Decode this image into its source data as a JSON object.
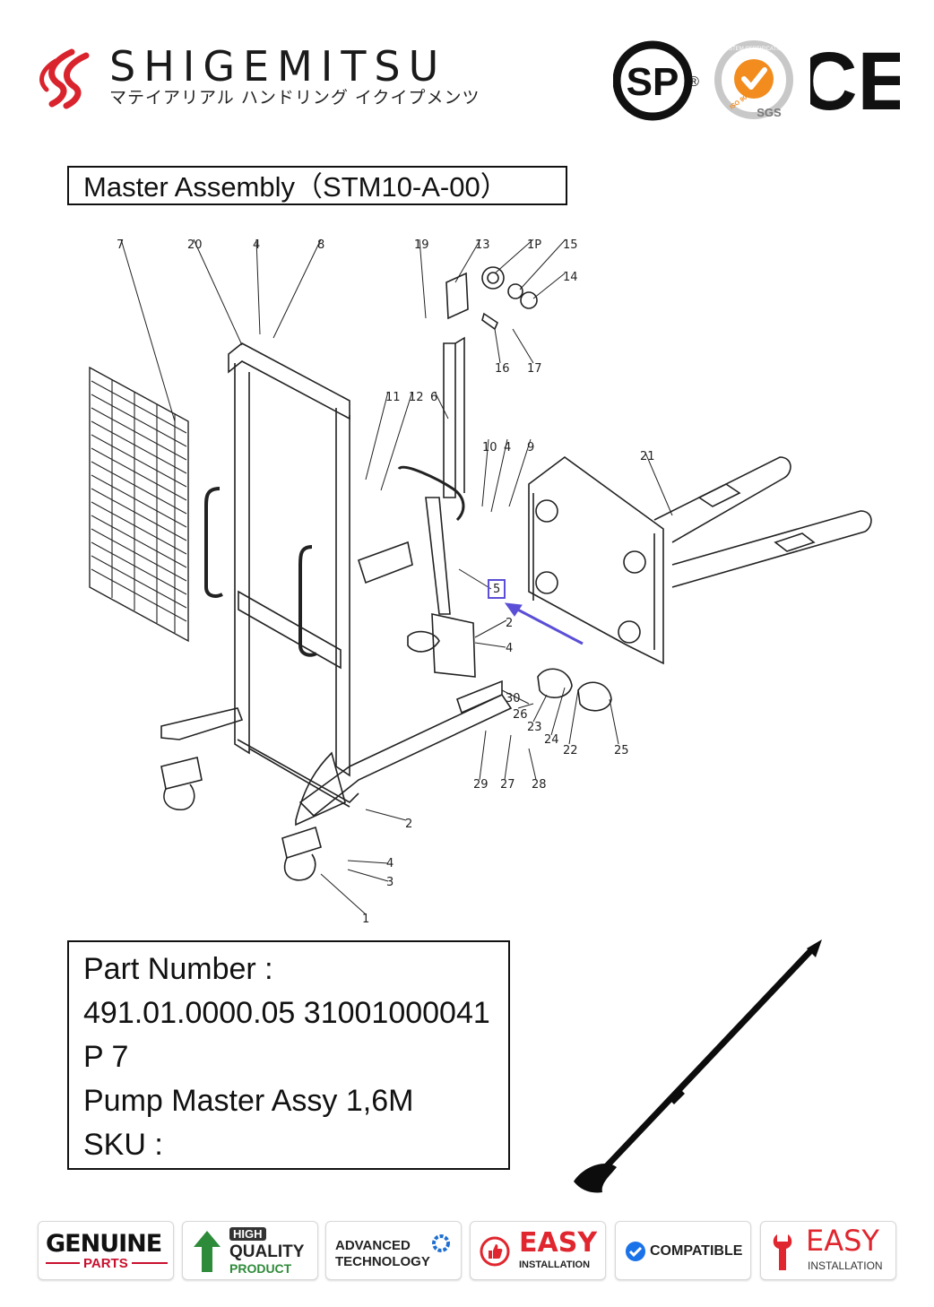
{
  "brand": {
    "name": "SHIGEMITSU",
    "subtitle": "マテイアリアル ハンドリング イクイプメンツ"
  },
  "certifications": {
    "csa": "SP",
    "csa_reg": "®",
    "sgs_top": "SYSTEM CERTIFICATION",
    "sgs_iso": "ISO 9001:2008",
    "sgs_label": "SGS",
    "ce": "CE"
  },
  "title": "Master Assembly（STM10-A-00）",
  "diagram": {
    "callouts": [
      "7",
      "20",
      "4",
      "8",
      "19",
      "13",
      "1P",
      "15",
      "14",
      "16",
      "17",
      "11",
      "12",
      "6",
      "10",
      "4",
      "9",
      "21",
      "5",
      "2",
      "4",
      "30",
      "26",
      "23",
      "24",
      "22",
      "25",
      "29",
      "27",
      "28",
      "2",
      "4",
      "3",
      "1"
    ],
    "highlighted_callout": "5"
  },
  "part_info": {
    "part_number_label": "Part Number :",
    "part_numbers": "491.01.0000.05 31001000041",
    "page": "P 7",
    "description": "Pump Master Assy 1,6M",
    "sku_label": "SKU :"
  },
  "badges": {
    "genuine": {
      "line1": "GENUINE",
      "line2": "PARTS"
    },
    "quality": {
      "line1": "HIGH",
      "line2": "QUALITY",
      "line3": "PRODUCT"
    },
    "advanced": {
      "line1": "ADVANCED",
      "line2": "TECHNOLOGY"
    },
    "easy1": {
      "line1": "EASY",
      "line2": "INSTALLATION"
    },
    "compatible": {
      "line1": "COMPATIBLE"
    },
    "easy2": {
      "line1": "EASY",
      "line2": "INSTALLATION"
    }
  },
  "colors": {
    "logo_red": "#d9232d",
    "sgs_orange": "#f28c1e",
    "highlight_purple": "#5a4fd6",
    "genuine_red": "#c8102e",
    "quality_green": "#2e8b3a",
    "advanced_blue": "#1f6fd1",
    "easy_red": "#e0262e",
    "compatible_blue": "#1a73e8"
  }
}
